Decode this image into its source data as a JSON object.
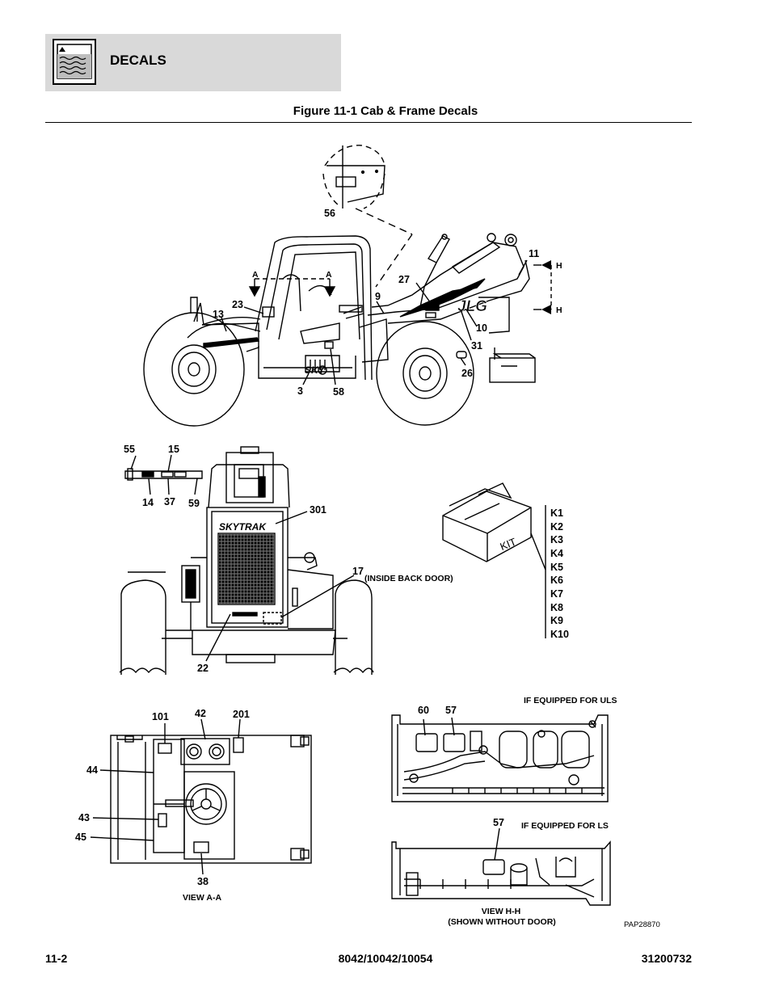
{
  "header": {
    "section_title": "DECALS",
    "icon": "water-waves-icon"
  },
  "figure": {
    "title": "Figure 11-1 Cab & Frame Decals",
    "drawing_id": "PAP28870",
    "side_view": {
      "callouts": {
        "c56": "56",
        "c11": "11",
        "cA1": "A",
        "cA2": "A",
        "cH1": "H",
        "cH2": "H",
        "c27": "27",
        "c23": "23",
        "c9": "9",
        "c13": "13",
        "c10": "10",
        "c31": "31",
        "c26": "26",
        "c3": "3",
        "c58": "58"
      },
      "brand_logo": "JLG",
      "plate_logo": "SKY"
    },
    "rear_view": {
      "callouts": {
        "c55": "55",
        "c15": "15",
        "c14": "14",
        "c37": "37",
        "c59": "59",
        "c301": "301",
        "c17": "17",
        "c22": "22"
      },
      "note_17": "(INSIDE BACK DOOR)",
      "skytrak_logo": "SKYTRAK"
    },
    "kit": {
      "box_label": "KIT",
      "items": [
        "K1",
        "K2",
        "K3",
        "K4",
        "K5",
        "K6",
        "K7",
        "K8",
        "K9",
        "K10"
      ]
    },
    "view_aa": {
      "caption": "VIEW A-A",
      "callouts": {
        "c101": "101",
        "c42": "42",
        "c201": "201",
        "c44": "44",
        "c43": "43",
        "c45": "45",
        "c38": "38"
      }
    },
    "view_hh": {
      "note_uls": "IF EQUIPPED FOR ULS",
      "note_ls": "IF EQUIPPED FOR LS",
      "caption_line1": "VIEW H-H",
      "caption_line2": "(SHOWN WITHOUT DOOR)",
      "callouts": {
        "c60": "60",
        "c57a": "57",
        "c57b": "57"
      }
    }
  },
  "footer": {
    "page_number": "11-2",
    "models": "8042/10042/10054",
    "doc_number": "31200732"
  }
}
